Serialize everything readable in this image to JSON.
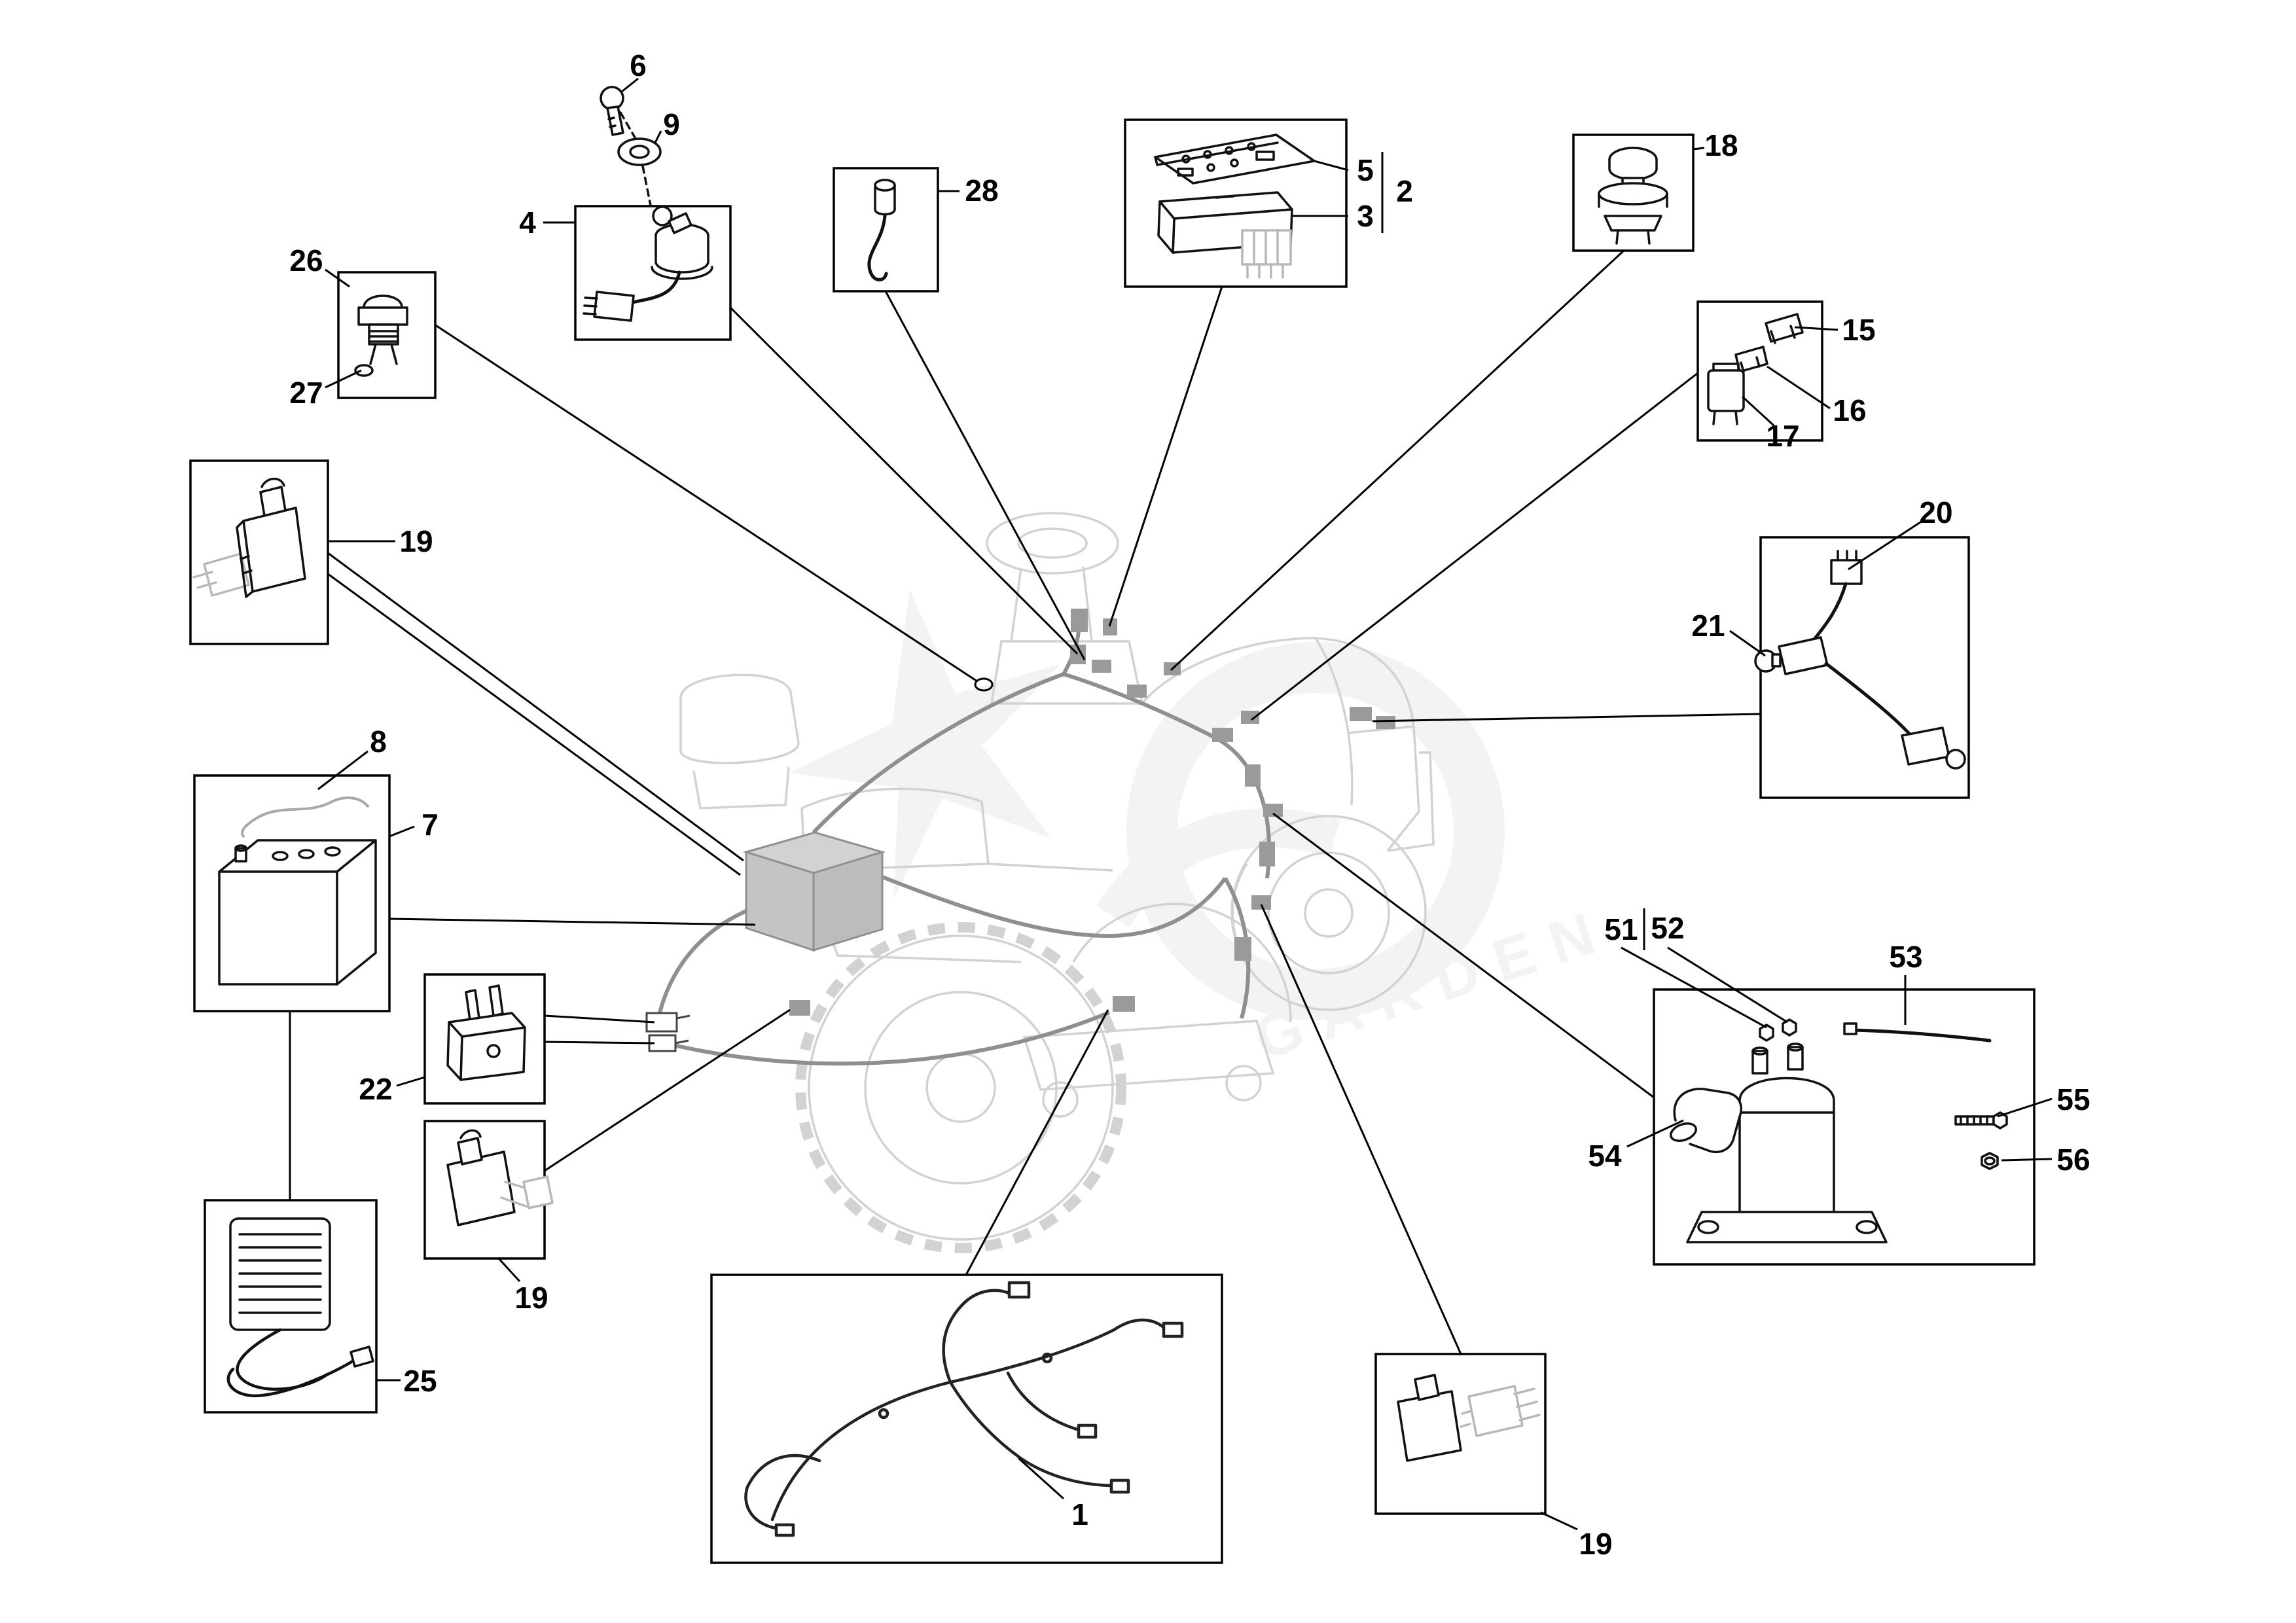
{
  "watermark": {
    "text": "GARDEN"
  },
  "callouts": {
    "c1": "1",
    "c2": "2",
    "c3": "3",
    "c4": "4",
    "c5": "5",
    "c6": "6",
    "c7": "7",
    "c8": "8",
    "c9": "9",
    "c15": "15",
    "c16": "16",
    "c17": "17",
    "c18": "18",
    "c19a": "19",
    "c19b": "19",
    "c19c": "19",
    "c20": "20",
    "c21": "21",
    "c22": "22",
    "c25": "25",
    "c26": "26",
    "c27": "27",
    "c28": "28",
    "c51": "51",
    "c52": "52",
    "c53": "53",
    "c54": "54",
    "c55": "55",
    "c56": "56"
  }
}
